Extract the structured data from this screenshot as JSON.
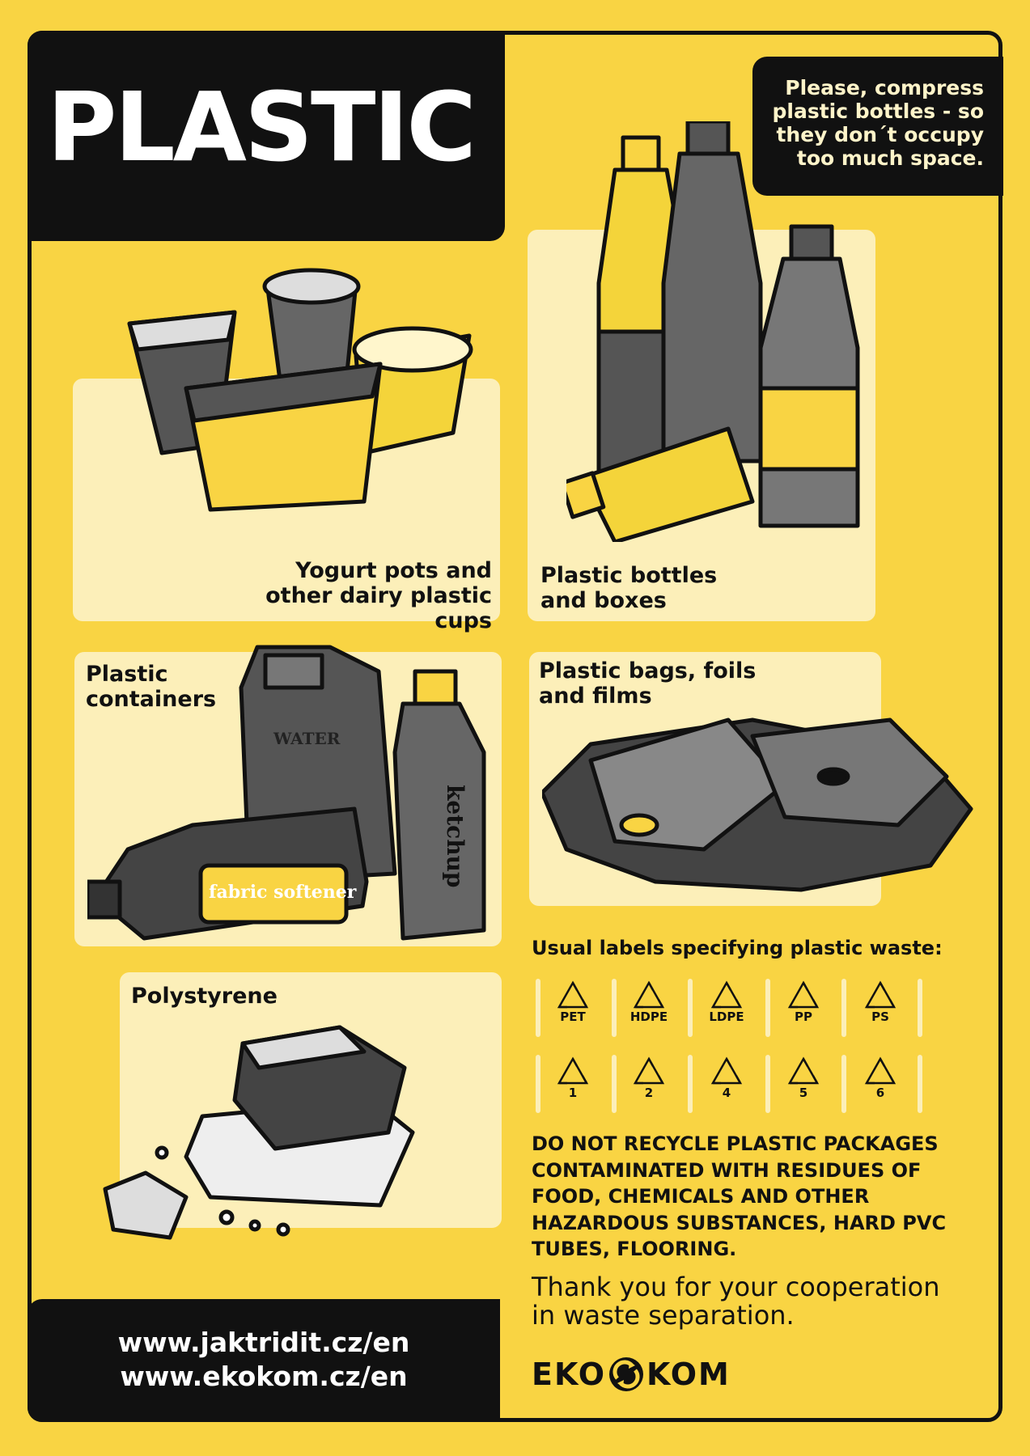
{
  "title": "PLASTIC",
  "note": "Please, compress plastic bottles - so they don´t occupy too much space.",
  "categories": {
    "yogurt": "Yogurt pots and other dairy plastic cups",
    "bottles": "Plastic bottles and boxes",
    "containers": "Plastic containers",
    "bags": "Plastic bags, foils and films",
    "polystyrene": "Polystyrene"
  },
  "illustration_text": {
    "water": "WATER",
    "fabric_softener": "fabric softener",
    "ketchup": "ketchup"
  },
  "recycling_labels": {
    "title": "Usual labels specifying plastic waste:",
    "row1": [
      "PET",
      "HDPE",
      "LDPE",
      "PP",
      "PS"
    ],
    "row2": [
      "1",
      "2",
      "4",
      "5",
      "6"
    ],
    "icon": "recycle-triangle-icon"
  },
  "warning": "DO NOT RECYCLE PLASTIC PACKAGES CONTAMINATED WITH RESIDUES OF FOOD, CHEMICALS AND OTHER HAZARDOUS SUBSTANCES, HARD PVC TUBES, FLOORING.",
  "thanks": "Thank you for your cooperation in waste separation.",
  "links": [
    "www.jaktridit.cz/en",
    "www.ekokom.cz/en"
  ],
  "logo": {
    "left": "EKO",
    "right": "KOM",
    "icon": "ekokom-arrows-icon"
  },
  "colors": {
    "background": "#f9d443",
    "panel": "#fcefb9",
    "dark": "#111111",
    "text_light": "#fff4c9"
  }
}
